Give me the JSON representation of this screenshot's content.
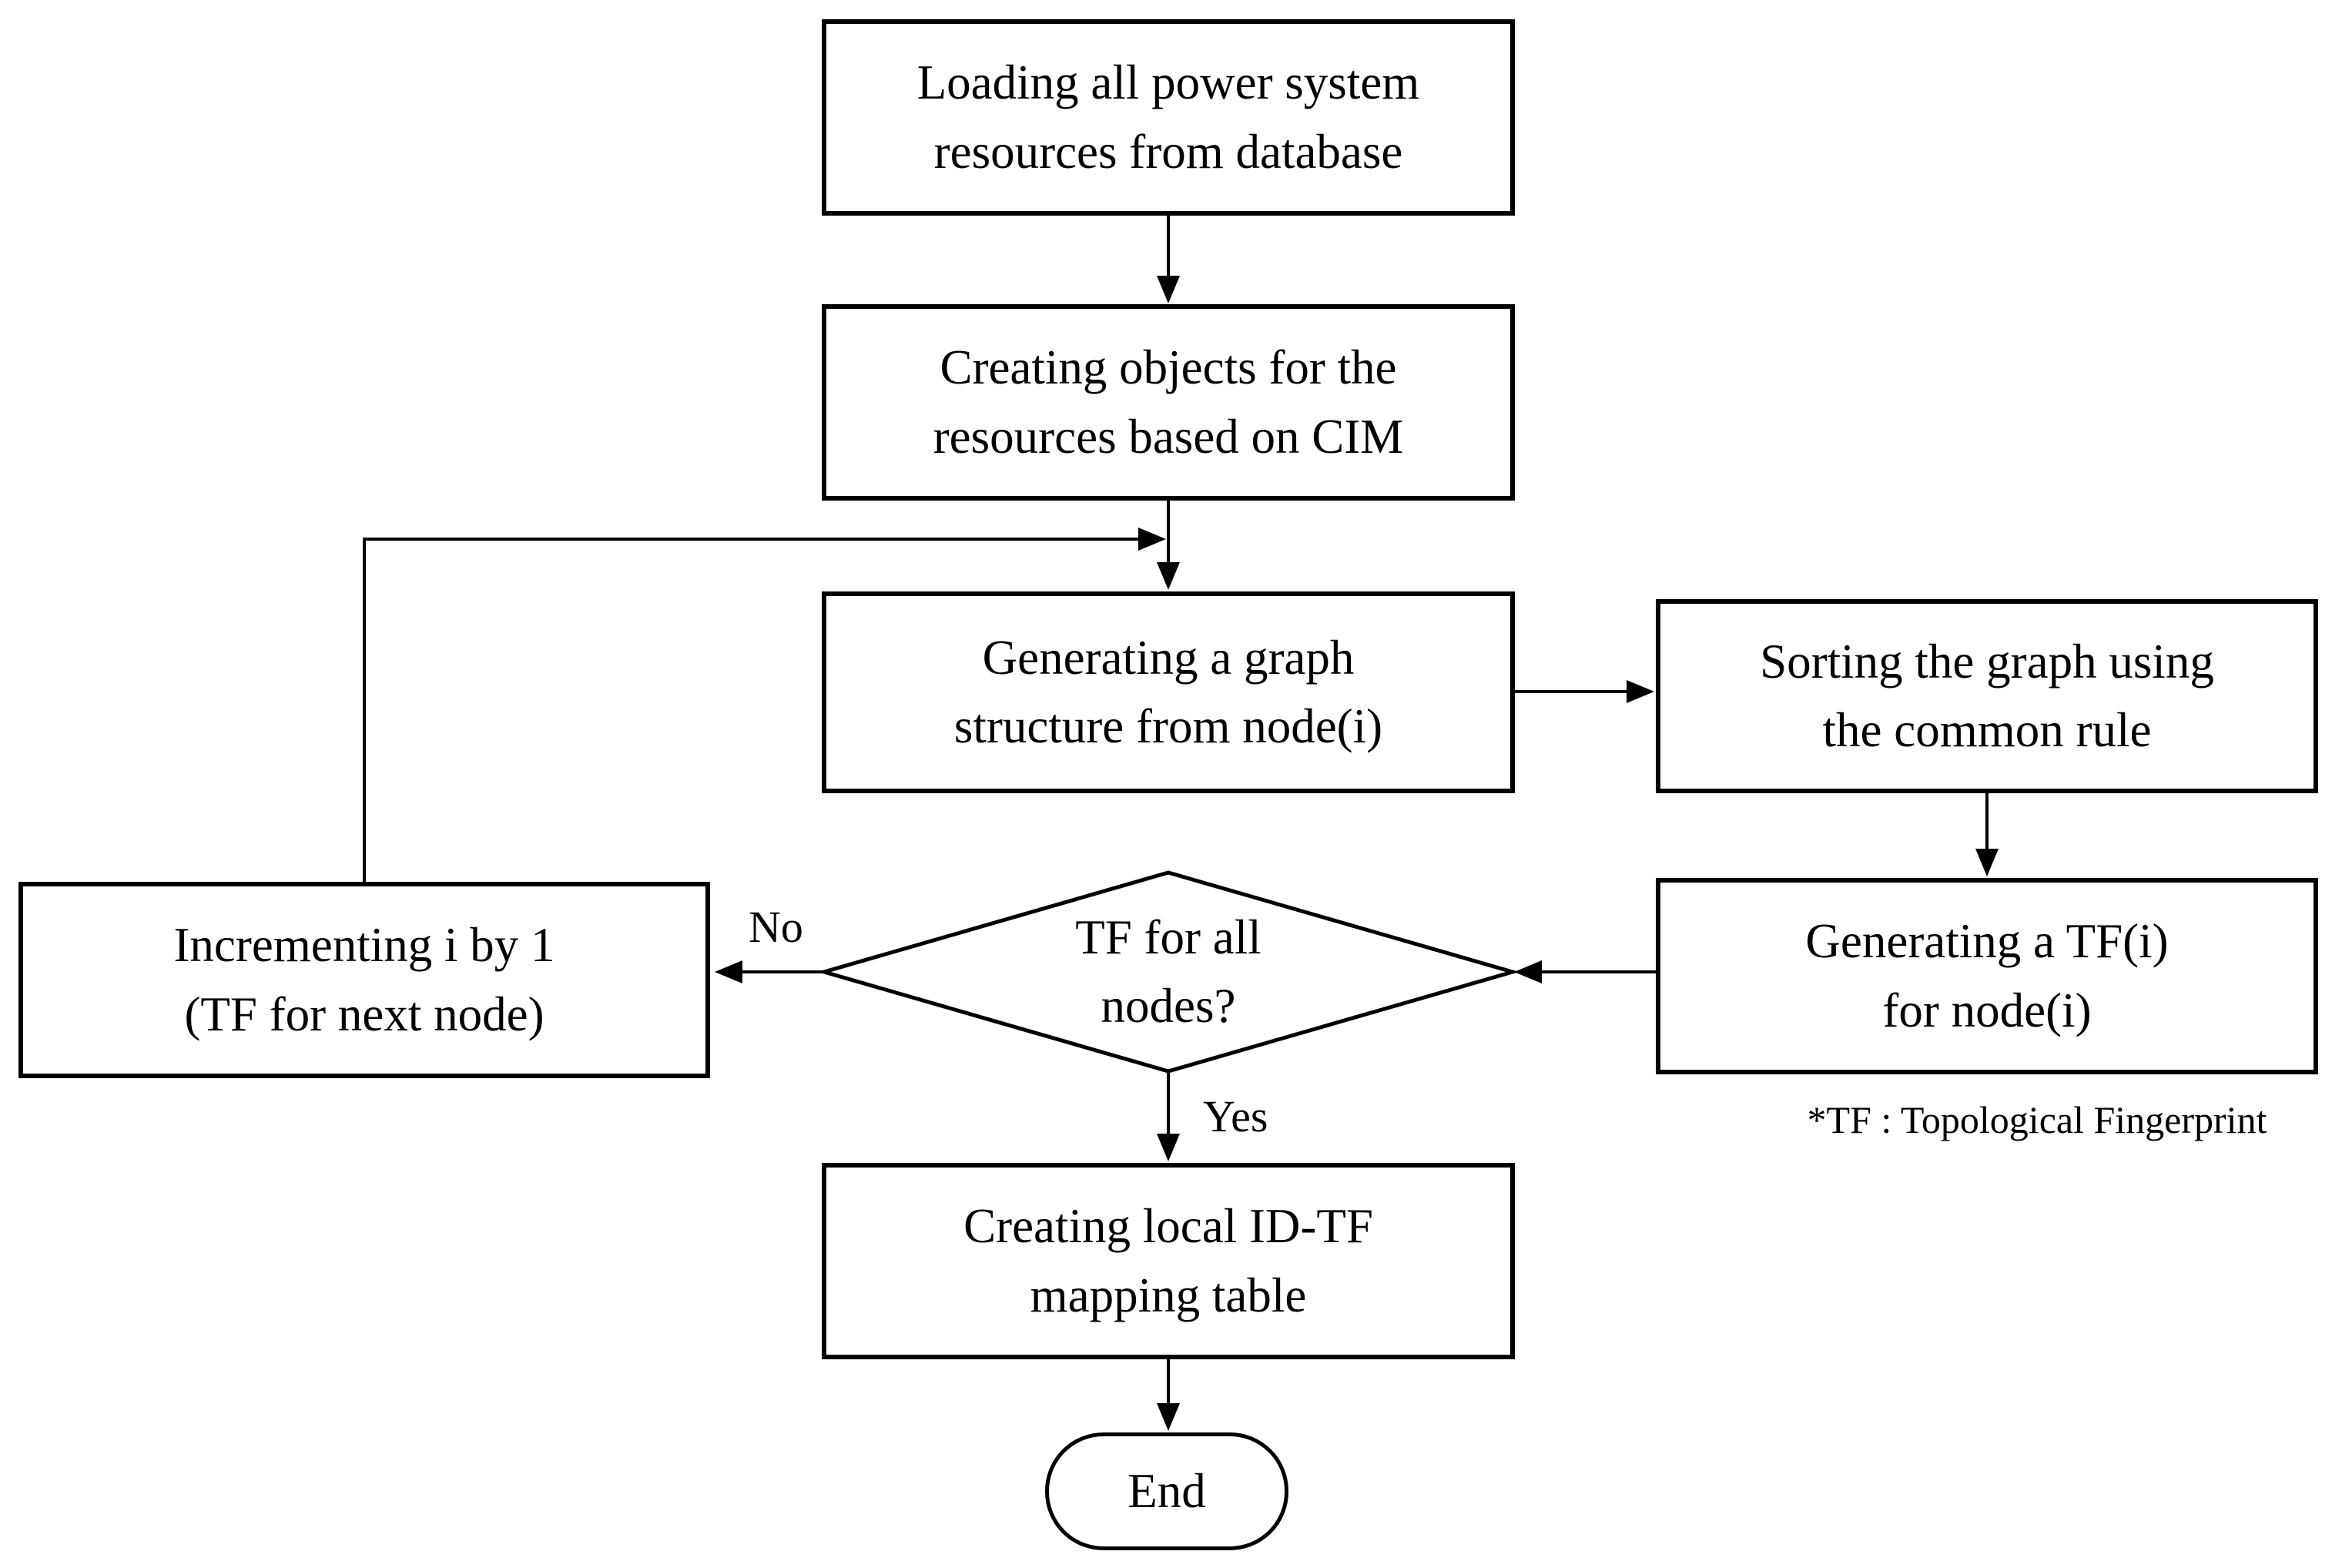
{
  "nodes": {
    "load": {
      "line1": "Loading all power system",
      "line2": "resources from database"
    },
    "create_objects": {
      "line1": "Creating objects for the",
      "line2": "resources based on CIM"
    },
    "generate_graph": {
      "line1": "Generating a graph",
      "line2": "structure from node(i)"
    },
    "sort_graph": {
      "line1": "Sorting the graph using",
      "line2": "the common rule"
    },
    "generate_tf": {
      "line1": "Generating a TF(i)",
      "line2": "for node(i)"
    },
    "decision": {
      "line1": "TF for all",
      "line2": "nodes?"
    },
    "increment": {
      "line1": "Incrementing i by 1",
      "line2": "(TF for next node)"
    },
    "mapping": {
      "line1": "Creating local ID-TF",
      "line2": "mapping table"
    },
    "end": {
      "label": "End"
    }
  },
  "edge_labels": {
    "no": "No",
    "yes": "Yes"
  },
  "note": "*TF : Topological Fingerprint",
  "colors": {
    "stroke": "#000000",
    "background": "#ffffff",
    "text": "#000000"
  }
}
